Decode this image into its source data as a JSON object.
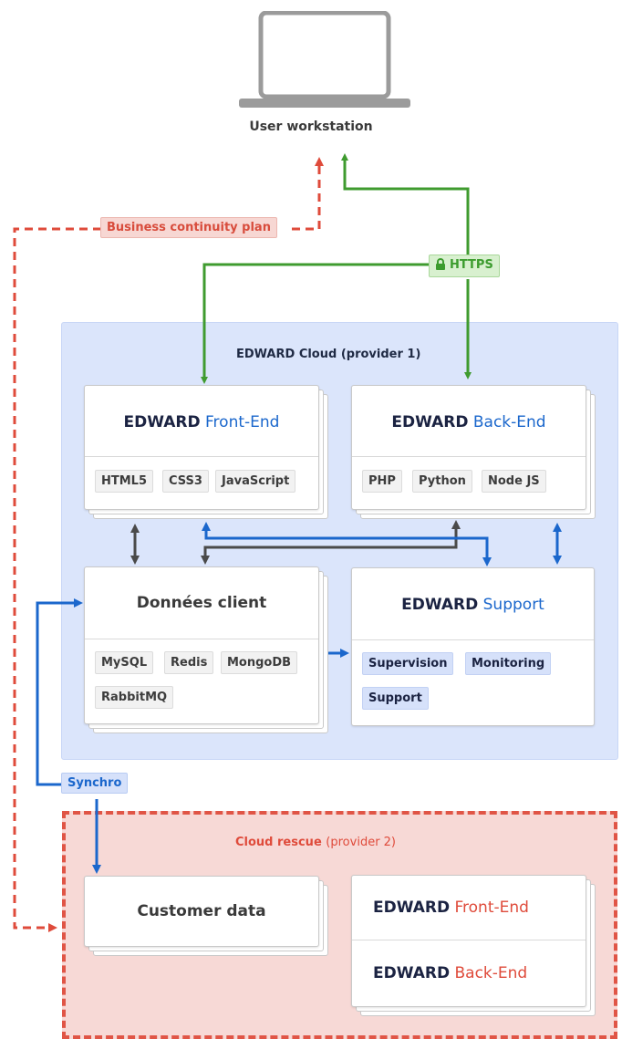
{
  "workstation": {
    "label": "User workstation"
  },
  "labels": {
    "bcp": "Business continuity plan",
    "https": "HTTPS",
    "synchro": "Synchro"
  },
  "cloud": {
    "title": "EDWARD Cloud (provider 1)",
    "frontend": {
      "brand": "EDWARD",
      "name": "Front-End",
      "chips": [
        "HTML5",
        "CSS3",
        "JavaScript"
      ]
    },
    "backend": {
      "brand": "EDWARD",
      "name": "Back-End",
      "chips": [
        "PHP",
        "Python",
        "Node JS"
      ]
    },
    "data": {
      "title": "Données client",
      "chips": [
        "MySQL",
        "Redis",
        "MongoDB",
        "RabbitMQ"
      ]
    },
    "support": {
      "brand": "EDWARD",
      "name": "Support",
      "chips": [
        "Supervision",
        "Monitoring",
        "Support"
      ]
    }
  },
  "rescue": {
    "title_bold": "Cloud rescue",
    "title_rest": "(provider 2)",
    "customer_data": "Customer data",
    "frontend": {
      "brand": "EDWARD",
      "name": "Front-End"
    },
    "backend": {
      "brand": "EDWARD",
      "name": "Back-End"
    }
  },
  "colors": {
    "green": "#3f9b2f",
    "red": "#df4b3b",
    "blue": "#1b67cc",
    "dark": "#4a4a4a"
  }
}
